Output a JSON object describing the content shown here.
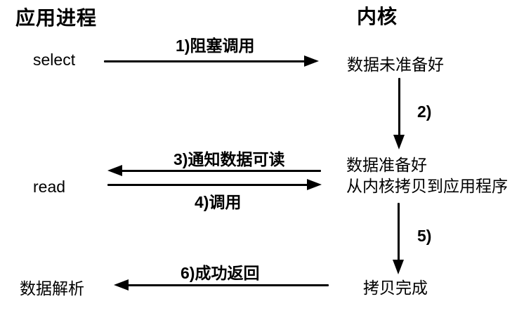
{
  "diagram": {
    "left_heading": "应用进程",
    "right_heading": "内核",
    "nodes": {
      "select": "select",
      "read": "read",
      "data_parse": "数据解析",
      "data_not_ready": "数据未准备好",
      "data_ready_line1": "数据准备好",
      "data_ready_line2": "从内核拷贝到应用程序",
      "copy_done": "拷贝完成"
    },
    "arrow_labels": {
      "step1": "1)阻塞调用",
      "step2": "2)",
      "step3": "3)通知数据可读",
      "step4": "4)调用",
      "step5": "5)",
      "step6": "6)成功返回"
    },
    "colors": {
      "foreground": "#000000",
      "background": "#ffffff"
    }
  }
}
